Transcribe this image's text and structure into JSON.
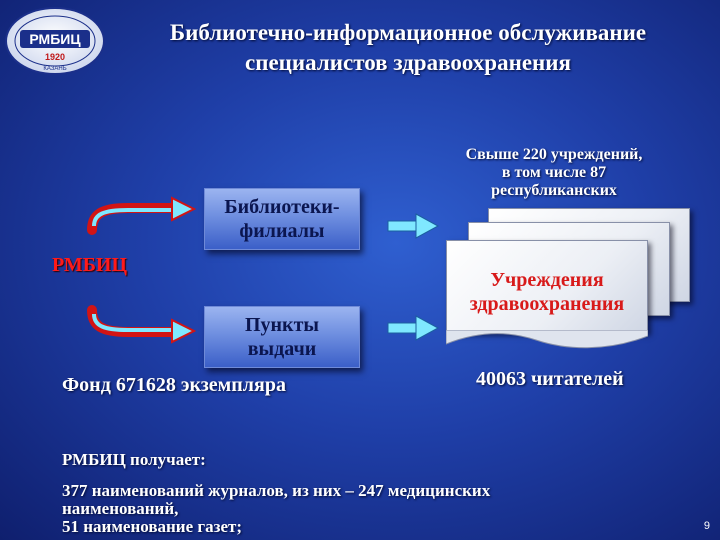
{
  "title": {
    "line1": "Библиотечно-информационное обслуживание",
    "line2": "специалистов здравоохранения"
  },
  "logo": {
    "text": "РМБИЦ",
    "year": "1920",
    "city": "КАЗАНЬ"
  },
  "left": {
    "org": "РМБИЦ",
    "branches": {
      "line1": "Библиотеки-",
      "line2": "филиалы"
    },
    "points": {
      "line1": "Пункты",
      "line2": "выдачи"
    },
    "fund": "Фонд 671628 экземпляра"
  },
  "right": {
    "note": {
      "line1": "Свыше 220  учреждений,",
      "line2": "в том числе 87",
      "line3": "республиканских"
    },
    "institutions": {
      "line1": "Учреждения",
      "line2": "здравоохранения"
    },
    "readers": "40063 читателей"
  },
  "bottom": {
    "receives": "РМБИЦ получает:",
    "journals_line1": "377 наименований журналов, из них – 247 медицинских",
    "journals_line2": "наименований,",
    "journals_line3": "51 наименование газет;"
  },
  "page_number": "9",
  "colors": {
    "background": "#1f3fa8",
    "accent_red": "#ff1a1a",
    "arrow_cyan": "#7fe8ff",
    "box_fill": "#6f8fe0"
  },
  "icons": {
    "logo": "library-emblem-icon",
    "arrows": "arrow-right-icon"
  }
}
